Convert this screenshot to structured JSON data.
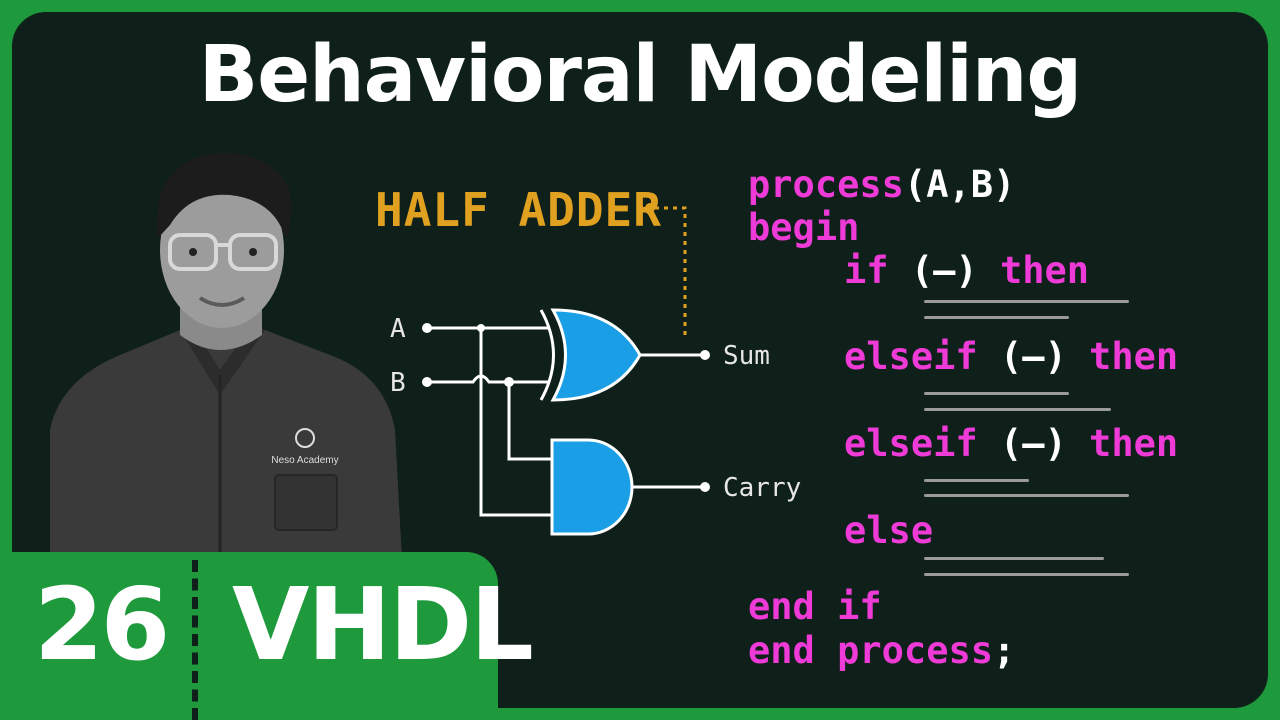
{
  "title": "Behavioral Modeling",
  "circuit": {
    "label": "HALF ADDER",
    "input_a": "A",
    "input_b": "B",
    "output_sum": "Sum",
    "output_carry": "Carry"
  },
  "code": {
    "line1_kw": "process",
    "line1_args": "(A,B)",
    "line2": "begin",
    "if_kw": "if",
    "elseif_kw": "elseif",
    "blank_cond": "(—)",
    "then_kw": "then",
    "else_kw": "else",
    "end_if": "end if",
    "end_process": "end process",
    "semicolon": ";"
  },
  "badge": {
    "number": "26",
    "topic": "VHDL"
  },
  "shirt_logo_text": "Neso Academy",
  "colors": {
    "frame_green": "#1e9a3c",
    "board": "#0f1f19",
    "keyword_magenta": "#ee3ad6",
    "gate_blue": "#1a9ee6",
    "label_orange": "#e0a020"
  }
}
